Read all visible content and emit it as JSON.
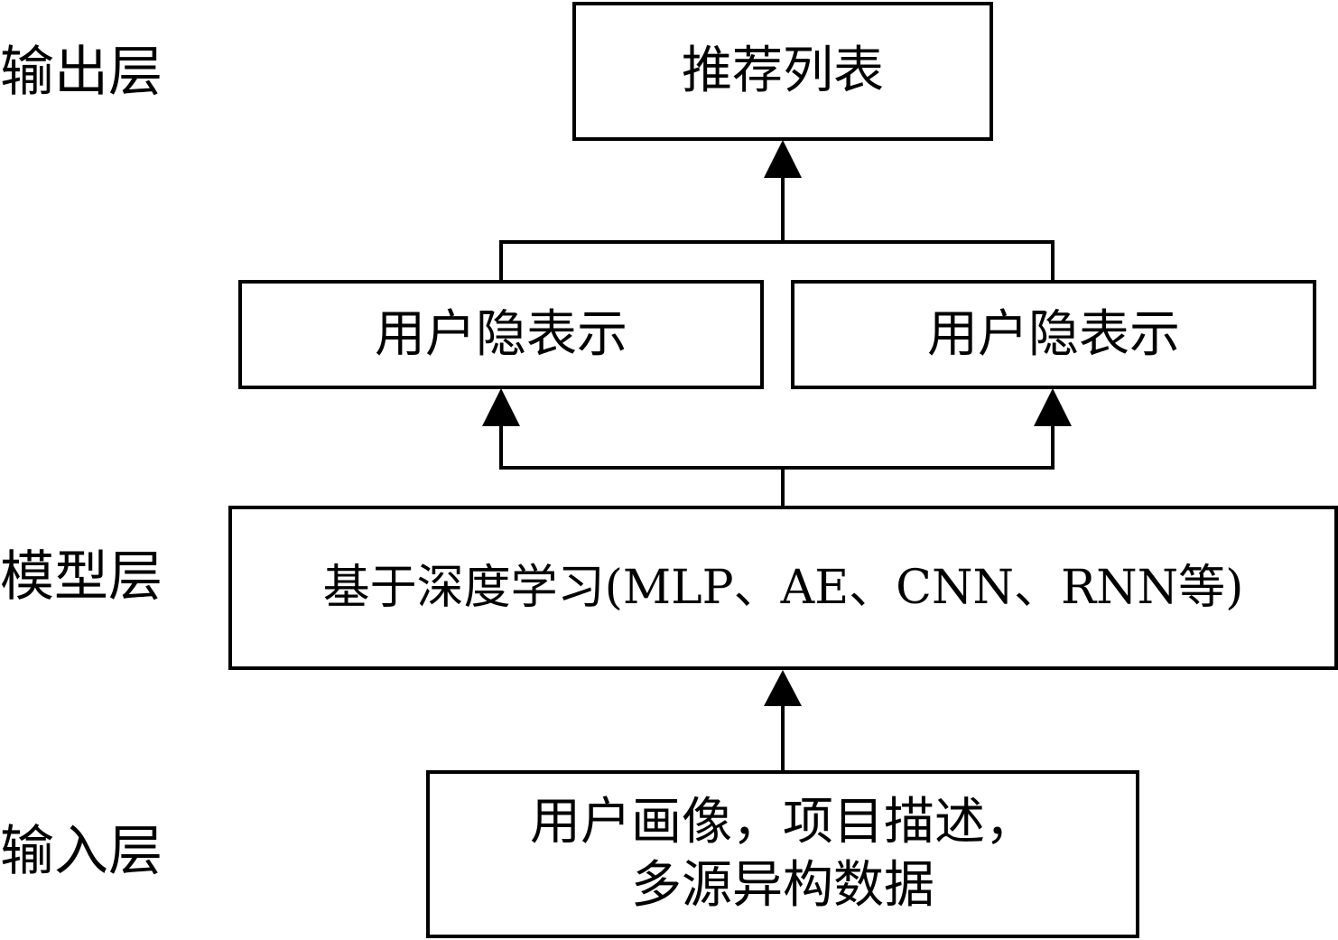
{
  "layers": {
    "output": "输出层",
    "model": "模型层",
    "input": "输入层"
  },
  "nodes": {
    "recommendation_list": "推荐列表",
    "user_latent_left": "用户隐表示",
    "user_latent_right": "用户隐表示",
    "deep_learning": "基于深度学习(MLP、AE、CNN、RNN等)",
    "input_data": {
      "line1": "用户画像，项目描述，",
      "line2": "多源异构数据"
    }
  }
}
